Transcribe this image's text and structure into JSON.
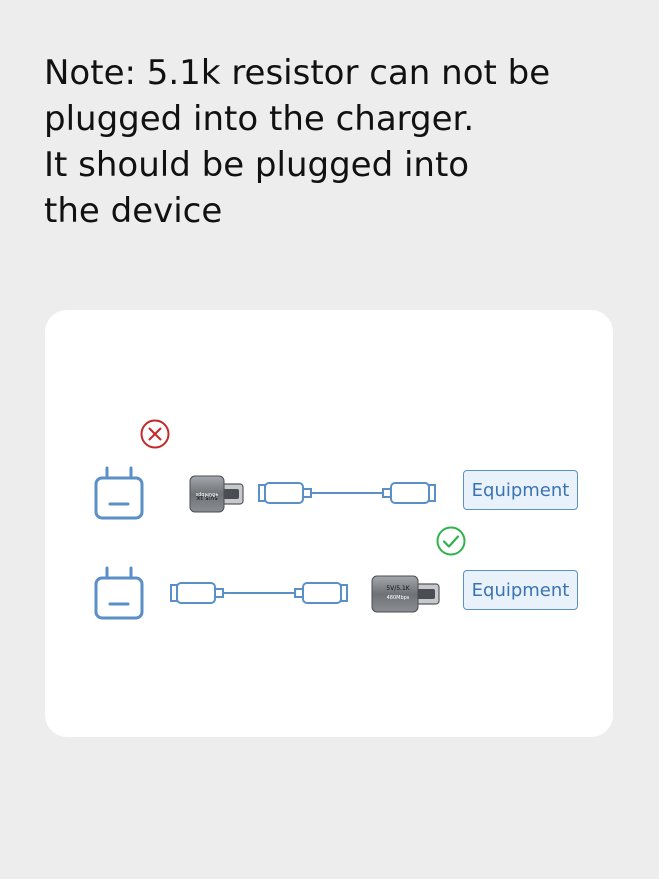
{
  "note": {
    "lines": [
      "Note: 5.1k resistor can not be",
      "plugged into the charger.",
      "It should be plugged into",
      "the device"
    ]
  },
  "diagram": {
    "wrong_row": {
      "adapter_text_1": "5V/5.1K",
      "adapter_text_2": "480Mbps",
      "equipment_label": "Equipment",
      "status_icon": "cross-circle-icon"
    },
    "correct_row": {
      "adapter_text_1": "5V/5.1K",
      "adapter_text_2": "480Mbps",
      "equipment_label": "Equipment",
      "status_icon": "check-circle-icon"
    }
  },
  "colors": {
    "line_blue": "#5b8fc7",
    "error_red": "#c62828",
    "ok_green": "#2fb34a",
    "adapter_gray": "#7d8084"
  }
}
